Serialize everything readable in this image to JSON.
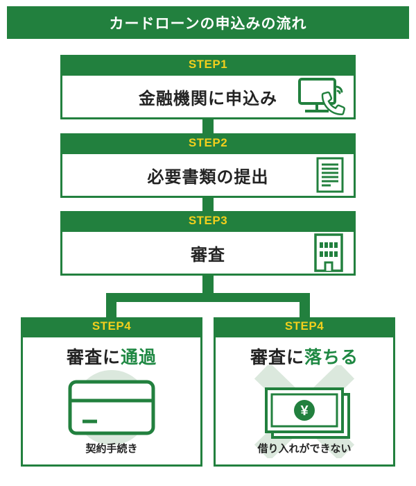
{
  "colors": {
    "brand_green": "#22803e",
    "accent_yellow": "#f2cf1d",
    "light_green": "#dbe8dd",
    "highlight_green": "#1f8843",
    "text_dark": "#232323"
  },
  "title": "カードローンの申込みの流れ",
  "steps": [
    {
      "label": "STEP1",
      "text": "金融機関に申込み",
      "icon": "monitor-phone-icon"
    },
    {
      "label": "STEP2",
      "text": "必要書類の提出",
      "icon": "document-icon"
    },
    {
      "label": "STEP3",
      "text": "審査",
      "icon": "building-icon"
    }
  ],
  "outcomes": [
    {
      "label": "STEP4",
      "text_prefix": "審査に",
      "text_highlight": "通過",
      "caption": "契約手続き",
      "icon": "credit-card-icon"
    },
    {
      "label": "STEP4",
      "text_prefix": "審査に",
      "text_highlight": "落ちる",
      "caption": "借り入れができない",
      "icon": "money-cross-icon",
      "icon_symbol": "¥"
    }
  ]
}
